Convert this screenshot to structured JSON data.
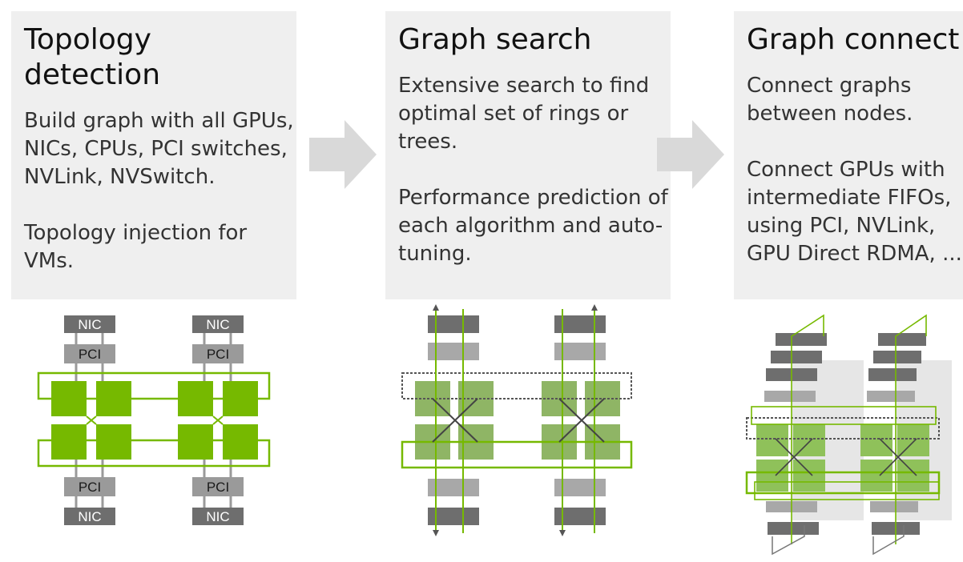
{
  "steps": [
    {
      "title": "Topology detection",
      "paragraphs": [
        "Build graph with all GPUs, NICs, CPUs, PCI switches, NVLink, NVSwitch.",
        "Topology injection for VMs."
      ]
    },
    {
      "title": "Graph search",
      "paragraphs": [
        "Extensive search to find optimal set of rings or trees.",
        "Performance prediction of each algorithm and auto-tuning."
      ]
    },
    {
      "title": "Graph connect",
      "paragraphs": [
        "Connect graphs between nodes.",
        "Connect GPUs with intermediate FIFOs, using PCI, NVLink, GPU Direct RDMA, ..."
      ]
    }
  ],
  "topology_labels": {
    "nic": "NIC",
    "pci": "PCI"
  },
  "colors": {
    "gpu_green": "#76b900",
    "muted_green": "#8fb565",
    "panel_gray": "#efefef",
    "arrow_gray": "#d9d9d9",
    "nic_gray": "#6e6e6e",
    "pci_gray": "#9a9a9a"
  }
}
